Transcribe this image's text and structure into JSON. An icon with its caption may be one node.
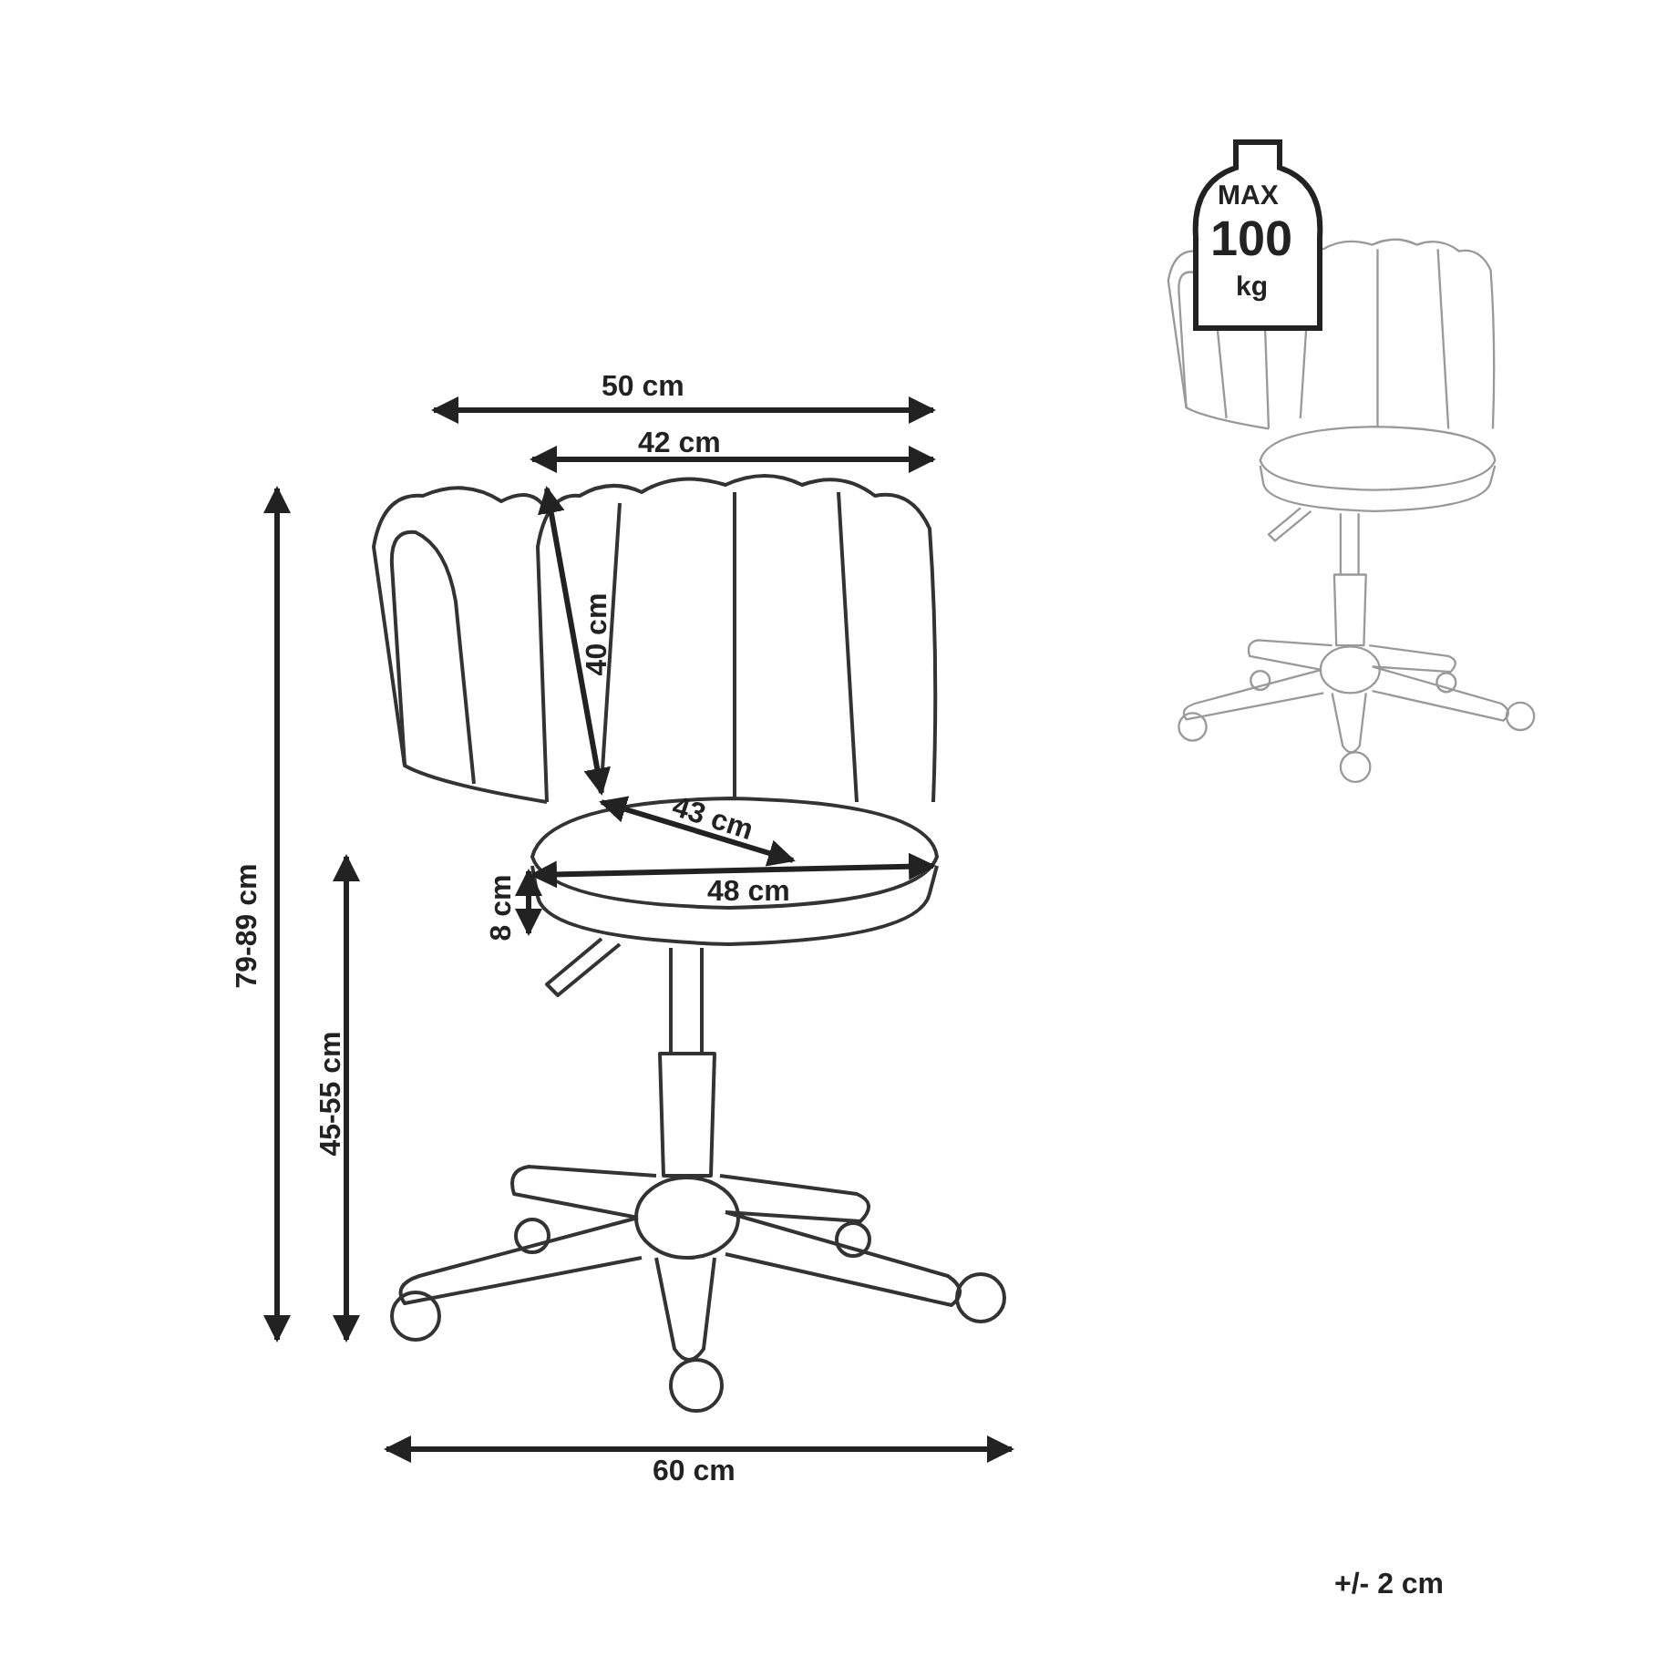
{
  "diagram": {
    "labels": [
      "MAX",
      "100",
      "kg",
      "50 cm",
      "42 cm",
      "40 cm",
      "43 cm",
      "8 cm",
      "48 cm",
      "79-89 cm",
      "45-55 cm",
      "60 cm",
      "+/- 2 cm"
    ]
  }
}
